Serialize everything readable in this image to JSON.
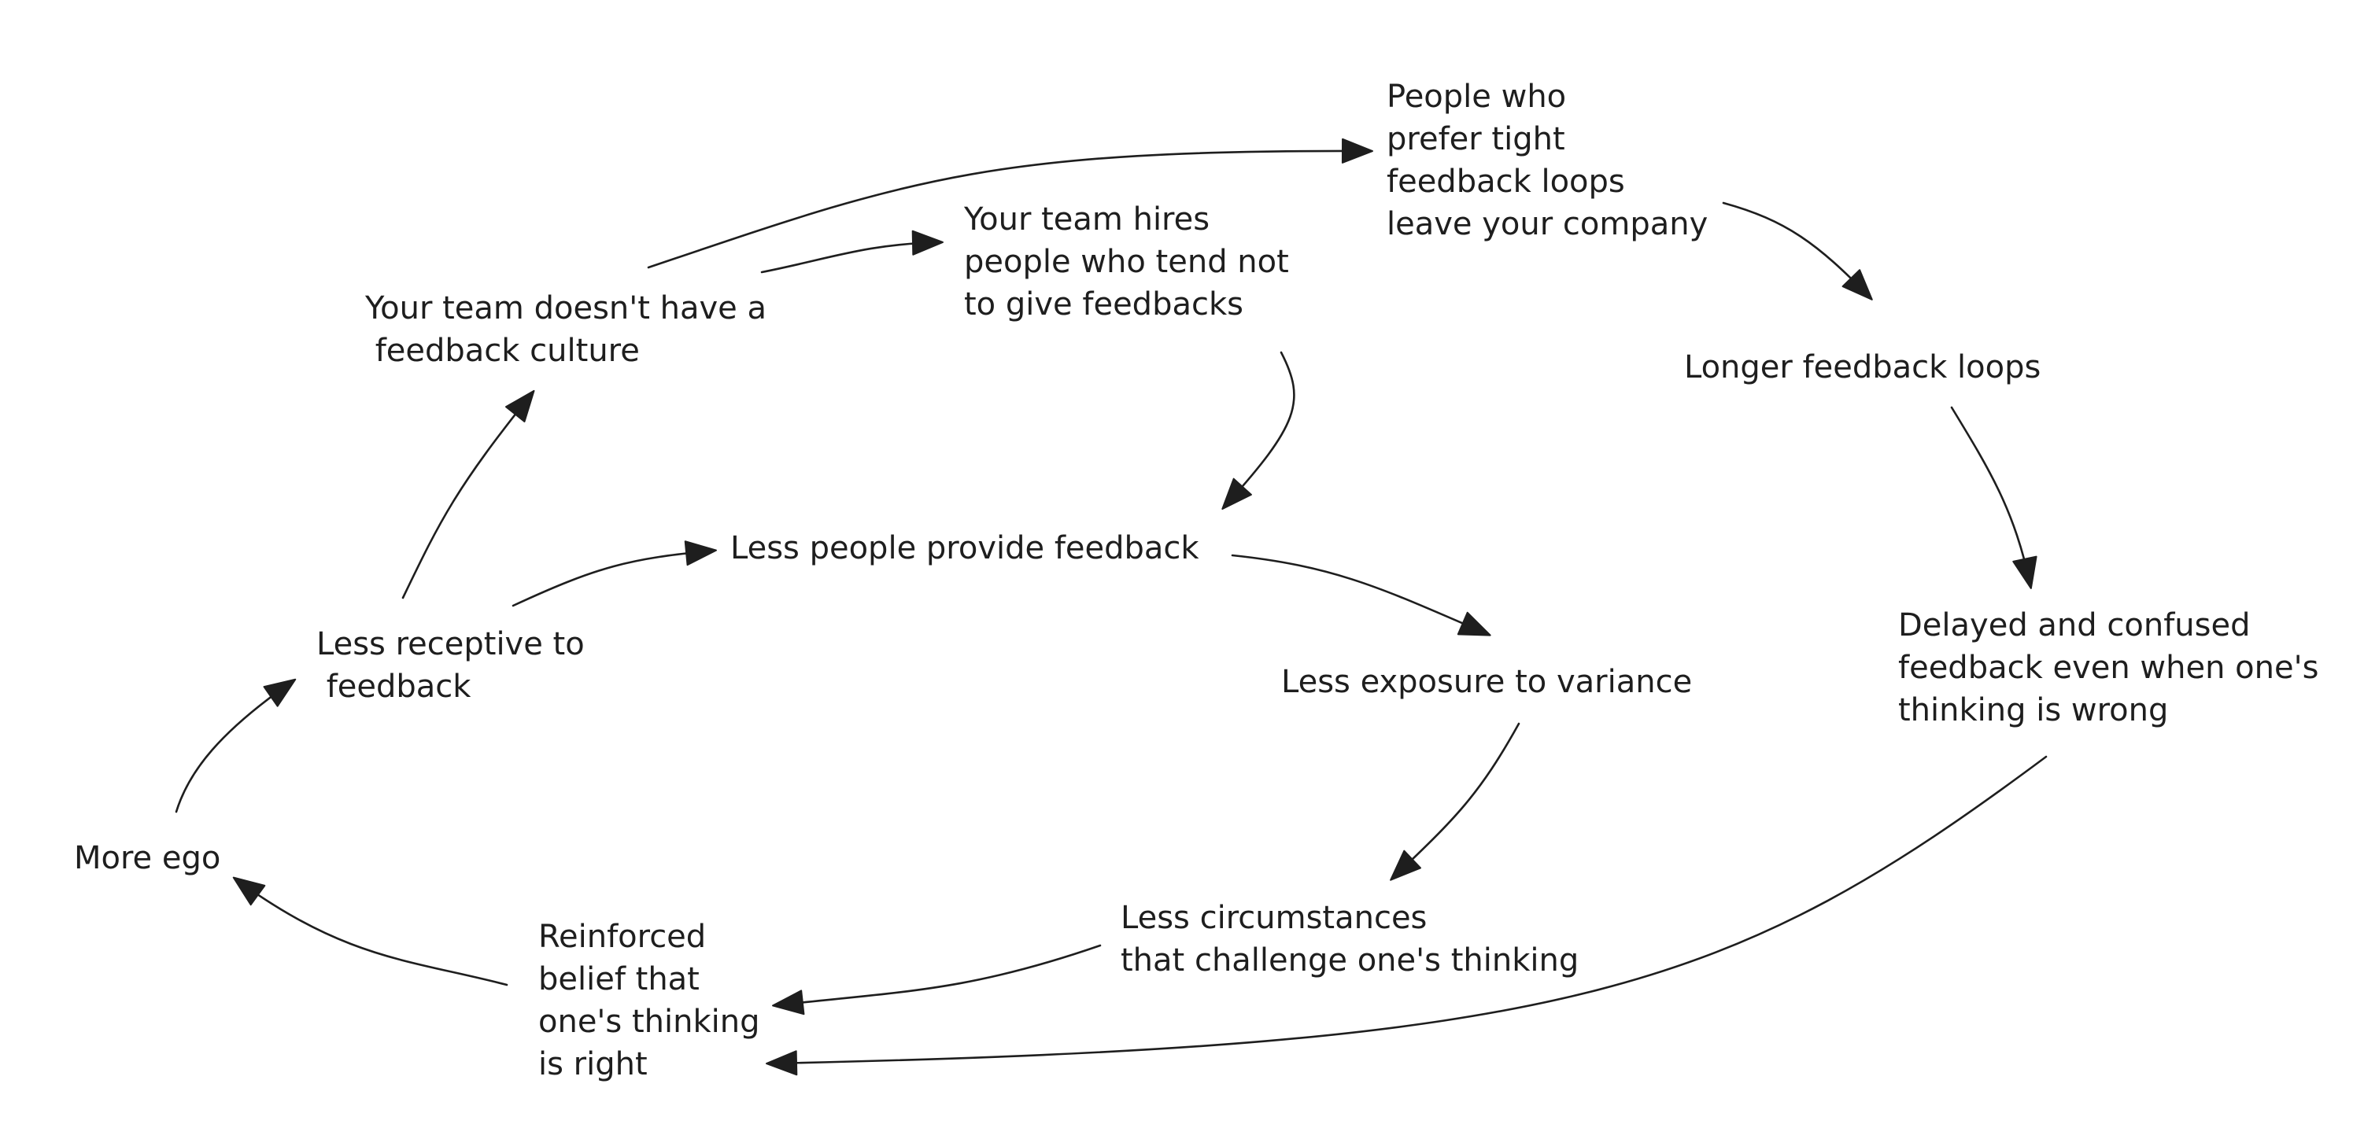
{
  "nodes": [
    {
      "id": "feedback-culture",
      "lines": [
        "Your team doesn't have a",
        " feedback culture"
      ]
    },
    {
      "id": "hires",
      "lines": [
        "Your team hires",
        "people who tend not",
        "to give feedbacks"
      ]
    },
    {
      "id": "people-leave",
      "lines": [
        "People who",
        "prefer tight",
        "feedback loops",
        "leave your company"
      ]
    },
    {
      "id": "longer-loops",
      "lines": [
        "Longer feedback loops"
      ]
    },
    {
      "id": "delayed",
      "lines": [
        "Delayed and confused",
        "feedback even when one's",
        "thinking is wrong"
      ]
    },
    {
      "id": "less-people",
      "lines": [
        "Less people provide feedback"
      ]
    },
    {
      "id": "less-receptive",
      "lines": [
        "Less receptive to",
        " feedback"
      ]
    },
    {
      "id": "exposure",
      "lines": [
        "Less exposure to variance"
      ]
    },
    {
      "id": "circumstances",
      "lines": [
        "Less circumstances",
        "that challenge one's thinking"
      ]
    },
    {
      "id": "reinforced",
      "lines": [
        "Reinforced",
        "belief that",
        "one's thinking",
        "is right"
      ]
    },
    {
      "id": "more-ego",
      "lines": [
        "More ego"
      ]
    }
  ],
  "edges": [
    {
      "from": "more-ego",
      "to": "less-receptive"
    },
    {
      "from": "less-receptive",
      "to": "feedback-culture"
    },
    {
      "from": "less-receptive",
      "to": "less-people"
    },
    {
      "from": "feedback-culture",
      "to": "hires"
    },
    {
      "from": "feedback-culture",
      "to": "people-leave"
    },
    {
      "from": "people-leave",
      "to": "longer-loops"
    },
    {
      "from": "longer-loops",
      "to": "delayed"
    },
    {
      "from": "hires",
      "to": "less-people"
    },
    {
      "from": "less-people",
      "to": "exposure"
    },
    {
      "from": "exposure",
      "to": "circumstances"
    },
    {
      "from": "circumstances",
      "to": "reinforced"
    },
    {
      "from": "delayed",
      "to": "reinforced"
    },
    {
      "from": "reinforced",
      "to": "more-ego"
    }
  ]
}
